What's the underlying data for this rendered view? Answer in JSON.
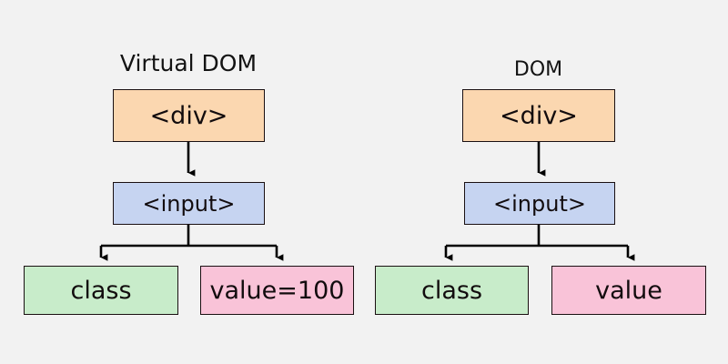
{
  "background_color": "#f2f2f2",
  "palette": {
    "element_node": "#fbd7b0",
    "input_node": "#c6d4f1",
    "attribute_class": "#c8ecca",
    "attribute_value": "#f9c3d8",
    "border": "#1a1012",
    "text": "#120c0e",
    "edge": "#000000"
  },
  "diagram": {
    "type": "tree-comparison",
    "trees": [
      {
        "id": "virtual-dom",
        "title": "Virtual DOM",
        "nodes": {
          "root": "<div>",
          "child": "<input>",
          "leaf_left": "class",
          "leaf_right": "value=100"
        }
      },
      {
        "id": "dom",
        "title": "DOM",
        "nodes": {
          "root": "<div>",
          "child": "<input>",
          "leaf_left": "class",
          "leaf_right": "value"
        }
      }
    ],
    "edges": [
      {
        "from": "<div>",
        "to": "<input>",
        "style": "straight-arrow"
      },
      {
        "from": "<input>",
        "to": "class",
        "style": "elbow-arrow"
      },
      {
        "from": "<input>",
        "to": "value",
        "style": "elbow-arrow"
      }
    ]
  }
}
